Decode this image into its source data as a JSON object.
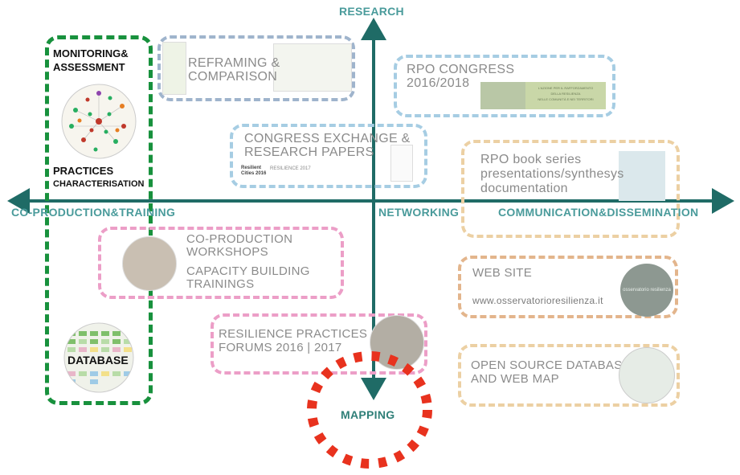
{
  "axes": {
    "top": "RESEARCH",
    "bottom": "MAPPING",
    "left": "CO-PRODUCTION&TRAINING",
    "center": "NETWORKING",
    "right": "COMMUNICATION&DISSEMINATION"
  },
  "left_column": {
    "monitoring": [
      "MONITORING&",
      "ASSESSMENT"
    ],
    "practices": "PRACTICES",
    "characterisation": "CHARACTERISATION",
    "database": "DATABASE"
  },
  "boxes": {
    "reframing": [
      "REFRAMING &",
      "COMPARISON"
    ],
    "rpo_congress": [
      "RPO CONGRESS",
      "2016/2018"
    ],
    "rpo_congress_thumb": [
      "L'AZIONE PER IL RAFFORZAMENTO",
      "DELLA RESILIENZA",
      "NELLE COMUNITÀ E NEI TERRITORI"
    ],
    "congress_exchange": [
      "CONGRESS EXCHANGE &",
      "RESEARCH PAPERS"
    ],
    "congress_thumb": [
      "Resilient",
      "Cities 2016",
      "RESILIENCE 2017"
    ],
    "book_series": [
      "RPO book series",
      "presentations/synthesys",
      "documentation"
    ],
    "coproduction": [
      "CO-PRODUCTION",
      "WORKSHOPS",
      "CAPACITY BUILDING",
      "TRAININGS"
    ],
    "website": "WEB SITE",
    "website_url": "www.osservatorioresilienza.it",
    "website_thumb": "osservatorio resilienza",
    "forums": [
      "RESILIENCE PRACTICES",
      "FORUMS 2016 | 2017"
    ],
    "opensource": [
      "OPEN SOURCE DATABASE",
      "AND WEB MAP"
    ]
  },
  "colors": {
    "axis": "#1f6b66",
    "highlight": "#e8321e",
    "left_border": "#18913d"
  }
}
